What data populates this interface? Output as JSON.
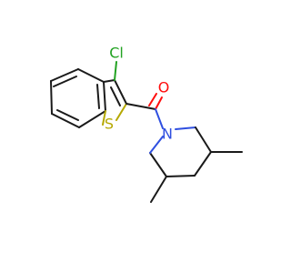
{
  "molecule": {
    "atoms": {
      "chlorine": {
        "symbol": "Cl",
        "color": "#22a222"
      },
      "oxygen": {
        "symbol": "O",
        "color": "#ff0d0d"
      },
      "sulfur": {
        "symbol": "S",
        "color": "#b5a800"
      },
      "nitrogen": {
        "symbol": "N",
        "color": "#2f4fe0"
      }
    },
    "bond_color": "#1a1a1a"
  }
}
